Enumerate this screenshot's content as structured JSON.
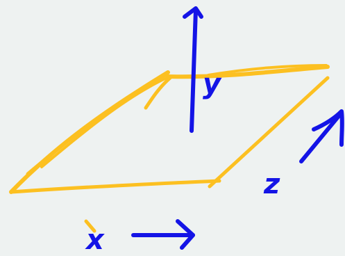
{
  "labels": {
    "y": "y",
    "z": "z",
    "x": "x"
  },
  "colors": {
    "background": "#eef2f1",
    "plane": "#fcc021",
    "ink": "#1414e6"
  }
}
